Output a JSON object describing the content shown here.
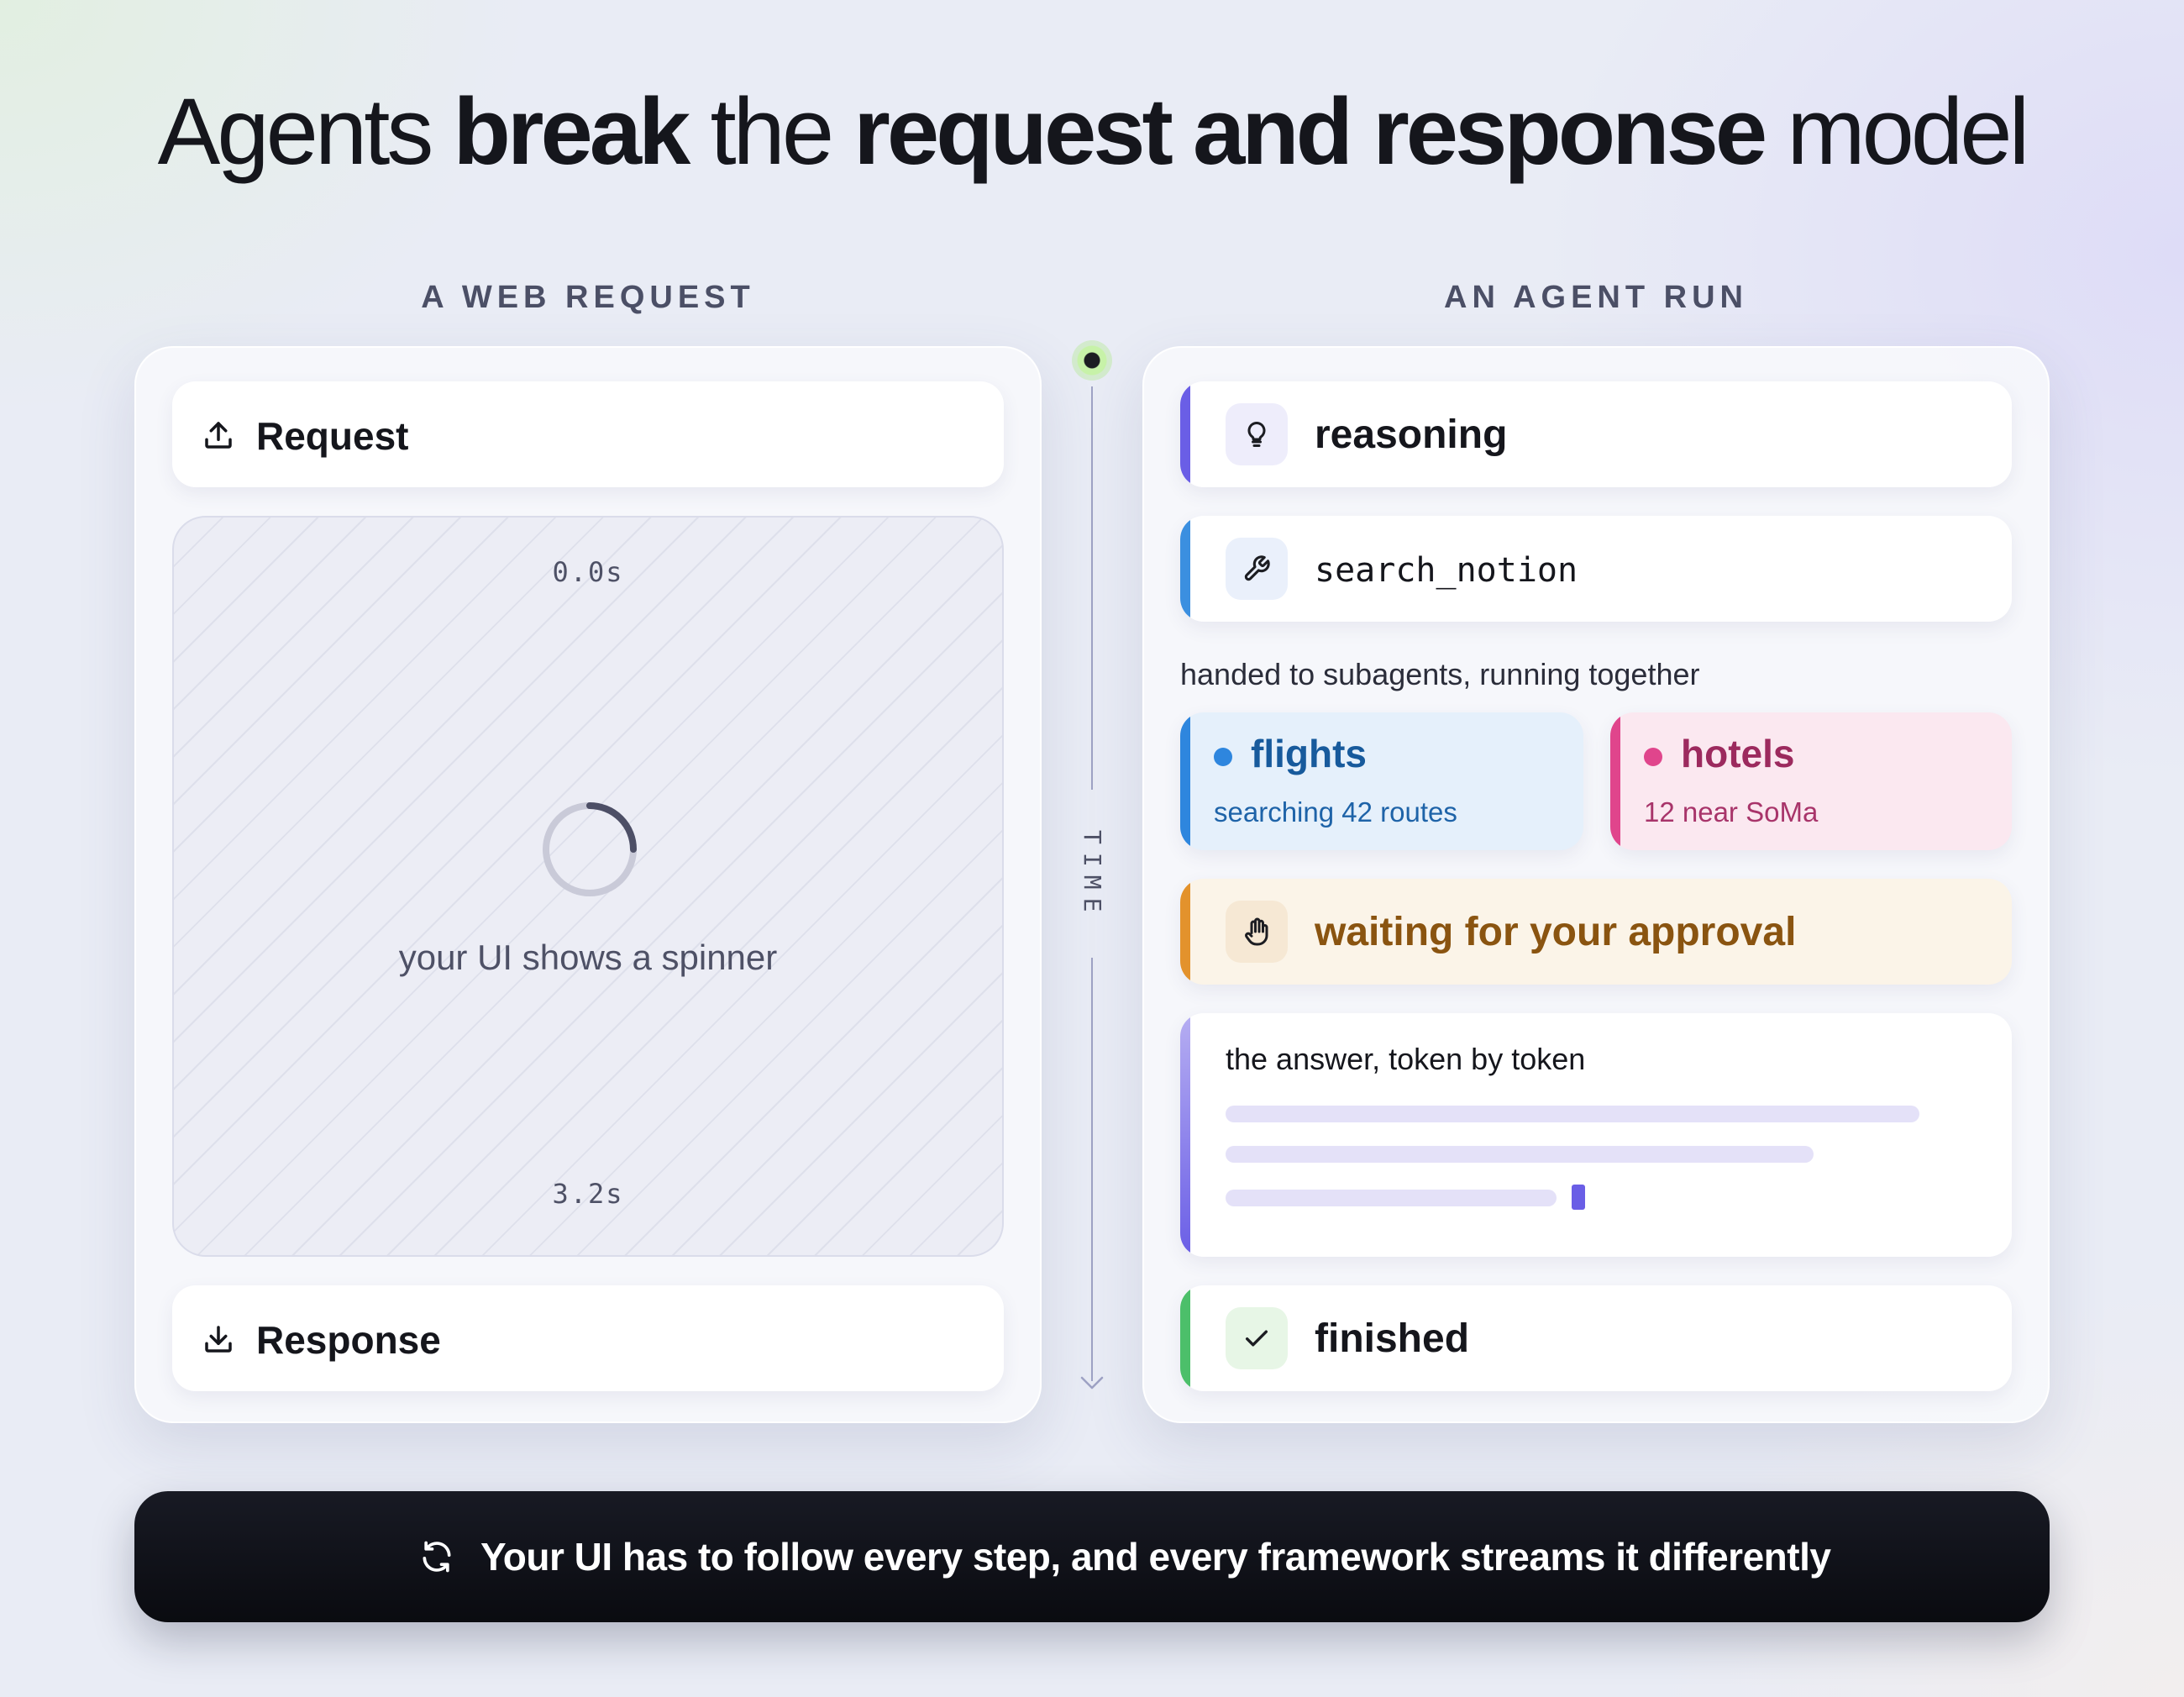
{
  "title": {
    "part1": "Agents",
    "part2": "break",
    "part3": "the",
    "part4": "request and response",
    "part5": "model"
  },
  "web_request": {
    "heading": "A WEB REQUEST",
    "request_label": "Request",
    "start_time": "0.0s",
    "spinner_caption": "your UI shows a spinner",
    "end_time": "3.2s",
    "response_label": "Response",
    "icons": {
      "request": "upload-icon",
      "response": "download-icon",
      "spinner": "spinner-icon"
    }
  },
  "timeline": {
    "label": "TIME",
    "start_color": "#c7f2a8"
  },
  "agent_run": {
    "heading": "AN AGENT RUN",
    "steps": {
      "reasoning": {
        "label": "reasoning",
        "icon": "lightbulb-icon",
        "color": "#6a5ee6"
      },
      "tool_call": {
        "label": "search_notion",
        "icon": "wrench-icon",
        "color": "#3b8fe0"
      },
      "subagents_note": "handed to subagents, running together",
      "flights": {
        "title": "flights",
        "detail": "searching 42 routes",
        "color": "#2e86de"
      },
      "hotels": {
        "title": "hotels",
        "detail": "12 near SoMa",
        "color": "#e0458c"
      },
      "approval": {
        "label": "waiting for your approval",
        "icon": "hand-icon",
        "color": "#e3922c"
      },
      "answer": {
        "label": "the answer, token by token",
        "color": "#8b7ee8"
      },
      "finished": {
        "label": "finished",
        "icon": "check-icon",
        "color": "#4cbf6a"
      }
    }
  },
  "banner": {
    "text": "Your UI has to follow every step, and every framework streams it differently",
    "icon": "refresh-icon"
  }
}
